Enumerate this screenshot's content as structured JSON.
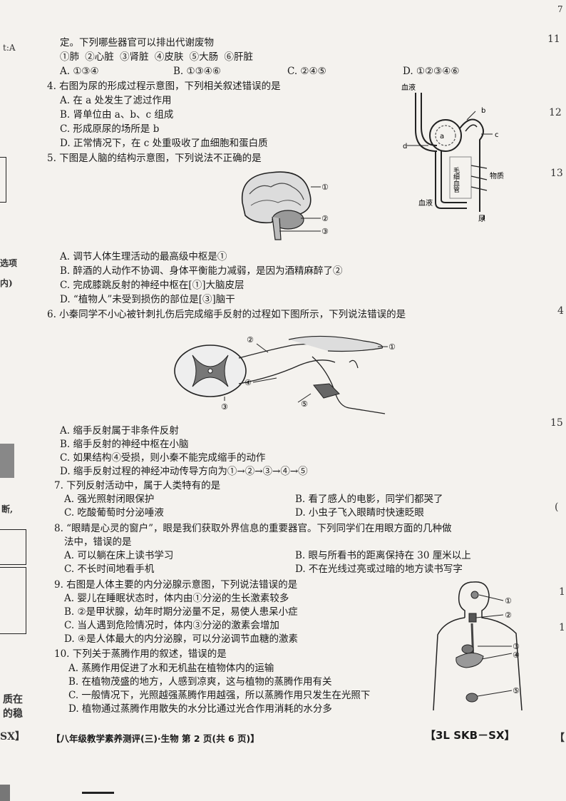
{
  "q3": {
    "cont": "定。下列哪些器官可以排出代谢废物",
    "items": "①肺  ②心脏  ③肾脏  ④皮肤  ⑤大肠  ⑥肝脏",
    "A": "A. ①③④",
    "B": "B. ①③④⑥",
    "C": "C. ②④⑤",
    "D": "D. ①②③④⑥"
  },
  "q4": {
    "stem": "4. 右图为尿的形成过程示意图，下列相关叙述错误的是",
    "A": "A. 在 a 处发生了滤过作用",
    "B": "B. 肾单位由 a、b、c 组成",
    "C": "C. 形成原尿的场所是 b",
    "D": "D. 正常情况下，在 c 处重吸收了血细胞和蛋白质",
    "fig": {
      "blood_in": "血液",
      "a": "a",
      "b": "b",
      "c": "c",
      "d": "d",
      "capillary": "毛细血管",
      "substance": "物质",
      "blood_out": "血液",
      "urine": "尿"
    }
  },
  "q5": {
    "stem": "5. 下图是人脑的结构示意图，下列说法不正确的是",
    "A": "A. 调节人体生理活动的最高级中枢是①",
    "B": "B. 醉酒的人动作不协调、身体平衡能力减弱，是因为酒精麻醉了②",
    "C": "C. 完成膝跳反射的神经中枢在[①]大脑皮层",
    "D": "D. “植物人”未受到损伤的部位是[③]脑干",
    "fig": {
      "l1": "①",
      "l2": "②",
      "l3": "③"
    }
  },
  "q6": {
    "stem": "6. 小秦同学不小心被针刺扎伤后完成缩手反射的过程如下图所示，下列说法错误的是",
    "A": "A. 缩手反射属于非条件反射",
    "B": "B. 缩手反射的神经中枢在小脑",
    "C": "C. 如果结构④受损，则小秦不能完成缩手的动作",
    "D": "D. 缩手反射过程的神经冲动传导方向为①→②→③→④→⑤",
    "fig": {
      "l1": "①",
      "l2": "②",
      "l3": "③",
      "l4": "④",
      "l5": "⑤"
    }
  },
  "q7": {
    "stem": "7. 下列反射活动中，属于人类特有的是",
    "A": "A. 强光照射闭眼保护",
    "B": "B. 看了感人的电影，同学们都哭了",
    "C": "C. 吃酸葡萄时分泌唾液",
    "D": "D. 小虫子飞入眼睛时快速眨眼"
  },
  "q8": {
    "stem1": "8. “眼睛是心灵的窗户”，眼是我们获取外界信息的重要器官。下列同学们在用眼方面的几种做",
    "stem2": "法中，错误的是",
    "A": "A. 可以躺在床上读书学习",
    "B": "B. 眼与所看书的距离保持在 30 厘米以上",
    "C": "C. 不长时间地看手机",
    "D": "D. 不在光线过亮或过暗的地方读书写字"
  },
  "q9": {
    "stem": "9. 右图是人体主要的内分泌腺示意图，下列说法错误的是",
    "A": "A. 婴儿在睡眠状态时，体内由①分泌的生长激素较多",
    "B": "B. ②是甲状腺，幼年时期分泌量不足，易使人患呆小症",
    "C": "C. 当人遇到危险情况时，体内③分泌的激素会增加",
    "D": "D. ④是人体最大的内分泌腺，可以分泌调节血糖的激素",
    "fig": {
      "l1": "①",
      "l2": "②",
      "l3": "③",
      "l4": "④",
      "l5": "⑤"
    }
  },
  "q10": {
    "stem": "10. 下列关于蒸腾作用的叙述，错误的是",
    "A": "A. 蒸腾作用促进了水和无机盐在植物体内的运输",
    "B": "B. 在植物茂盛的地方，人感到凉爽，这与植物的蒸腾作用有关",
    "C": "C. 一般情况下，光照越强蒸腾作用越强，所以蒸腾作用只发生在光照下",
    "D": "D. 植物通过蒸腾作用散失的水分比通过光合作用消耗的水分多"
  },
  "footer": {
    "left": "【八年级教学素养测评(三)·生物  第 2 页(共 6 页)】",
    "right": "【3L SKB－SX】"
  },
  "edges": {
    "l1": "t:A",
    "l2": "选项",
    "l3": "内)",
    "l4": "断,",
    "l5": "质在",
    "l6": "的稳",
    "l7": "SX】",
    "r1": "7",
    "r2": "11",
    "r3": "12",
    "r4": "13",
    "r5": "4",
    "r6": "15",
    "r7": "(",
    "r8": "1",
    "r9": "1",
    "r10": "【"
  }
}
